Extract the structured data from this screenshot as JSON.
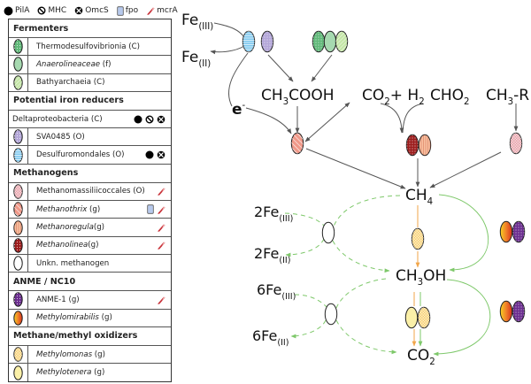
{
  "legend_key": [
    {
      "icon": "pila-icon",
      "label": "PilA"
    },
    {
      "icon": "mhc-icon",
      "label": "MHC"
    },
    {
      "icon": "omcs-icon",
      "label": "OmcS"
    },
    {
      "icon": "fpo-icon",
      "label": "fpo"
    },
    {
      "icon": "mcra-icon",
      "label": "mcrA"
    }
  ],
  "groups": [
    {
      "title": "Fermenters",
      "members": [
        {
          "name": "Thermodesulfovibrionia",
          "rank": " (C)",
          "italic": false,
          "fill": "#5fb878",
          "pattern": "dots",
          "markers": []
        },
        {
          "name": "Anaerolineaceae",
          "rank": " (f)",
          "italic": true,
          "fill": "#a6d9b0",
          "pattern": "solid",
          "markers": []
        },
        {
          "name": "Bathyarchaeia",
          "rank": " (C)",
          "italic": false,
          "fill": "#c5e6a8",
          "pattern": "hatch",
          "markers": []
        }
      ]
    },
    {
      "title": "Potential iron reducers",
      "members": [
        {
          "name": "Deltaproteobacteria",
          "rank": " (C)",
          "italic": false,
          "fill": null,
          "pattern": "none",
          "markers": [
            "pila-icon",
            "mhc-icon",
            "omcs-icon"
          ]
        },
        {
          "name": "SVA0485",
          "rank": " (O)",
          "italic": false,
          "fill": "#b3a6d8",
          "pattern": "dots",
          "markers": []
        },
        {
          "name": "Desulfuromondales",
          "rank": " (O)",
          "italic": false,
          "fill": "#7cc7ee",
          "pattern": "stripes",
          "markers": [
            "pila-icon",
            "omcs-icon"
          ]
        }
      ]
    },
    {
      "title": "Methanogens",
      "members": [
        {
          "name": "Methanomassiliicoccales",
          "rank": " (O)",
          "italic": false,
          "fill": "#e8a0a8",
          "pattern": "check",
          "markers": [
            "mcra-icon"
          ]
        },
        {
          "name": "Methanothrix",
          "rank": " (g)",
          "italic": true,
          "fill": "#f09888",
          "pattern": "diag",
          "markers": [
            "fpo-icon",
            "mcra-icon"
          ]
        },
        {
          "name": "Methanoregula",
          "rank": "(g)",
          "italic": true,
          "fill": "#f8c0a0",
          "pattern": "vlines",
          "markers": [
            "mcra-icon"
          ]
        },
        {
          "name": "Methanolinea",
          "rank": "(g)",
          "italic": true,
          "fill": "#9c1c1c",
          "pattern": "dots",
          "markers": [
            "mcra-icon"
          ]
        },
        {
          "name": "Unkn. methanogen",
          "rank": "",
          "italic": false,
          "fill": "#ffffff",
          "pattern": "solid",
          "markers": []
        }
      ]
    },
    {
      "title": "ANME / NC10",
      "members": [
        {
          "name": "ANME-1",
          "rank": " (g)",
          "italic": false,
          "fill": "#6a2c8e",
          "pattern": "dots",
          "markers": [
            "mcra-icon"
          ]
        },
        {
          "name": "Methylomirabilis",
          "rank": " (g)",
          "italic": true,
          "fill": "#f09020",
          "pattern": "grad",
          "markers": []
        }
      ]
    },
    {
      "title": "Methane/methyl oxidizers",
      "members": [
        {
          "name": "Methylomonas",
          "rank": " (g)",
          "italic": true,
          "fill": "#f8d070",
          "pattern": "check",
          "markers": []
        },
        {
          "name": "Methylotenera",
          "rank": " (g)",
          "italic": true,
          "fill": "#fbf0a8",
          "pattern": "solid",
          "markers": []
        }
      ]
    }
  ],
  "diagram": {
    "labels": {
      "fe3_top": {
        "main": "Fe",
        "sub": "(III)"
      },
      "fe2_top": {
        "main": "Fe",
        "sub": "(II)"
      },
      "electron": {
        "main": "e",
        "sup": "-"
      },
      "acetate": {
        "pre": "CH",
        "sub": "3",
        "post": "COOH"
      },
      "co2_h2": {
        "a": "CO",
        "a_sub": "2",
        "mid": "+ H",
        "mid_sub": "2"
      },
      "formate": {
        "main": "CHO",
        "sub": "2"
      },
      "methyl": {
        "pre": "CH",
        "sub": "3",
        "post": "-R"
      },
      "ch4": {
        "main": "CH",
        "sub": "4"
      },
      "methanol": {
        "pre": "CH",
        "sub": "3",
        "post": "OH"
      },
      "co2_bottom": {
        "main": "CO",
        "sub": "2"
      },
      "fe3_mid": {
        "main": "2Fe",
        "sub": "(III)"
      },
      "fe2_mid": {
        "main": "2Fe",
        "sub": "(II)"
      },
      "fe3_low": {
        "main": "6Fe",
        "sub": "(III)"
      },
      "fe2_low": {
        "main": "6Fe",
        "sub": "(II)"
      }
    },
    "colors": {
      "arrow": "#555555",
      "green": "#7ec86a",
      "orange": "#f2a64a"
    }
  }
}
